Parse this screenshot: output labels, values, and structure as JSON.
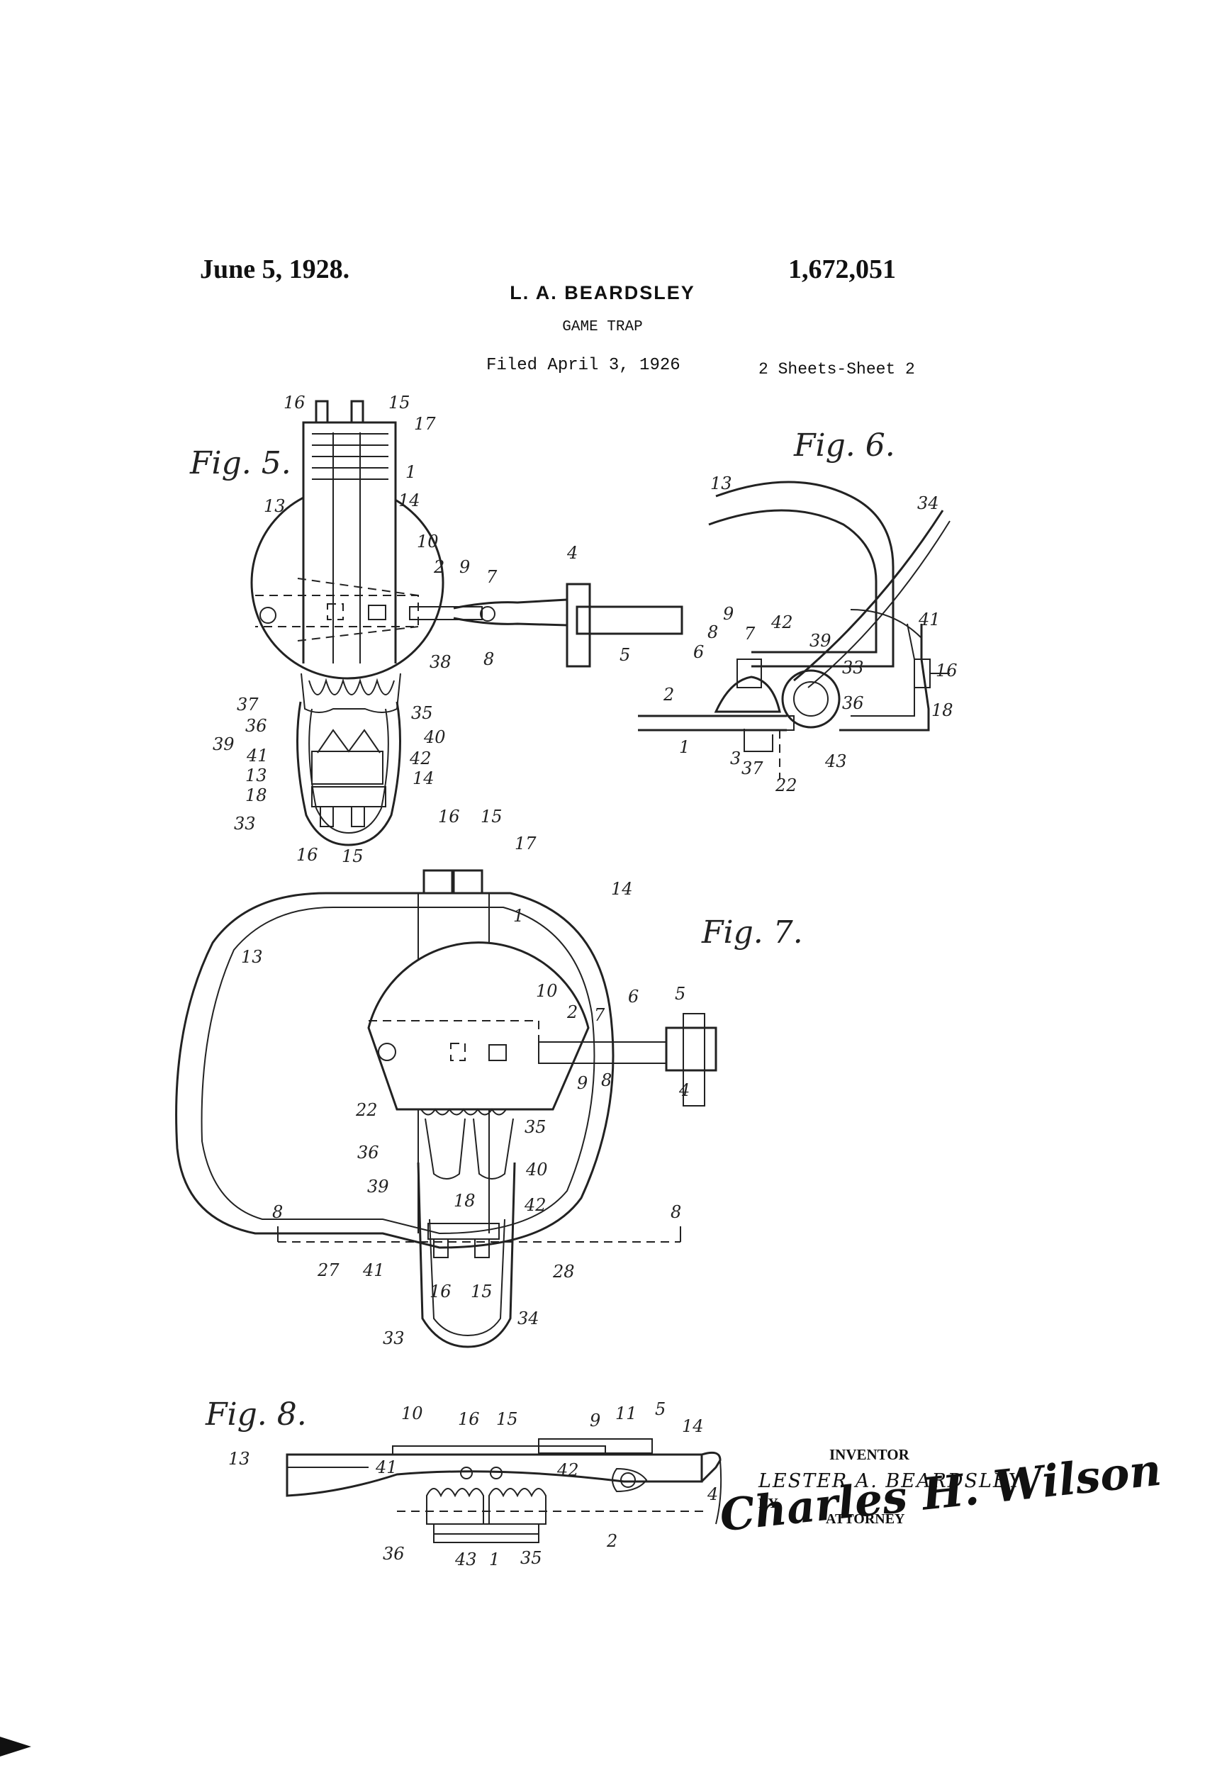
{
  "header": {
    "date": "June 5, 1928.",
    "patent_number": "1,672,051",
    "inventor": "L. A. BEARDSLEY",
    "title": "GAME TRAP",
    "filed": "Filed April 3, 1926",
    "sheets": "2 Sheets-Sheet  2"
  },
  "figures": {
    "fig5": "Fig. 5.",
    "fig6": "Fig. 6.",
    "fig7": "Fig. 7.",
    "fig8": "Fig. 8."
  },
  "reference_numerals": {
    "n1": "1",
    "n2": "2",
    "n3": "3",
    "n4": "4",
    "n5": "5",
    "n6": "6",
    "n7": "7",
    "n8": "8",
    "n9": "9",
    "n10": "10",
    "n11": "11",
    "n13": "13",
    "n14": "14",
    "n15": "15",
    "n16": "16",
    "n17": "17",
    "n18": "18",
    "n22": "22",
    "n27": "27",
    "n28": "28",
    "n33": "33",
    "n34": "34",
    "n35": "35",
    "n36": "36",
    "n37": "37",
    "n38": "38",
    "n39": "39",
    "n40": "40",
    "n41": "41",
    "n42": "42",
    "n43": "43"
  },
  "signature_block": {
    "inventor_label": "INVENTOR",
    "inventor_signature": "LESTER A. BEARDSLEY",
    "by": "BY",
    "attorney_signature": "Charles H. Wilson",
    "attorney_label": "ATTORNEY"
  }
}
